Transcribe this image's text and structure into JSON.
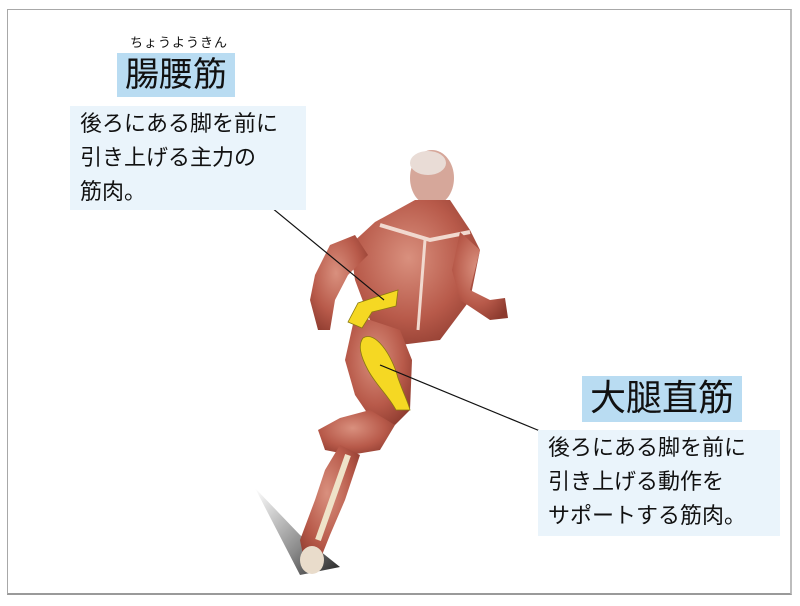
{
  "diagram": {
    "subject": "running-muscle-anatomy-figure",
    "colors": {
      "title_bg": "#b9dcf2",
      "desc_bg": "#eaf4fb",
      "highlight": "#f5d823",
      "muscle": "#b85a4a",
      "leader_line": "#111111"
    },
    "labels": [
      {
        "ruby": "ちょうようきん",
        "title": "腸腰筋",
        "description": "後ろにある脚を前に\n引き上げる主力の\n筋肉。"
      },
      {
        "title": "大腿直筋",
        "description": "後ろにある脚を前に\n引き上げる動作を\nサポートする筋肉。"
      }
    ]
  }
}
